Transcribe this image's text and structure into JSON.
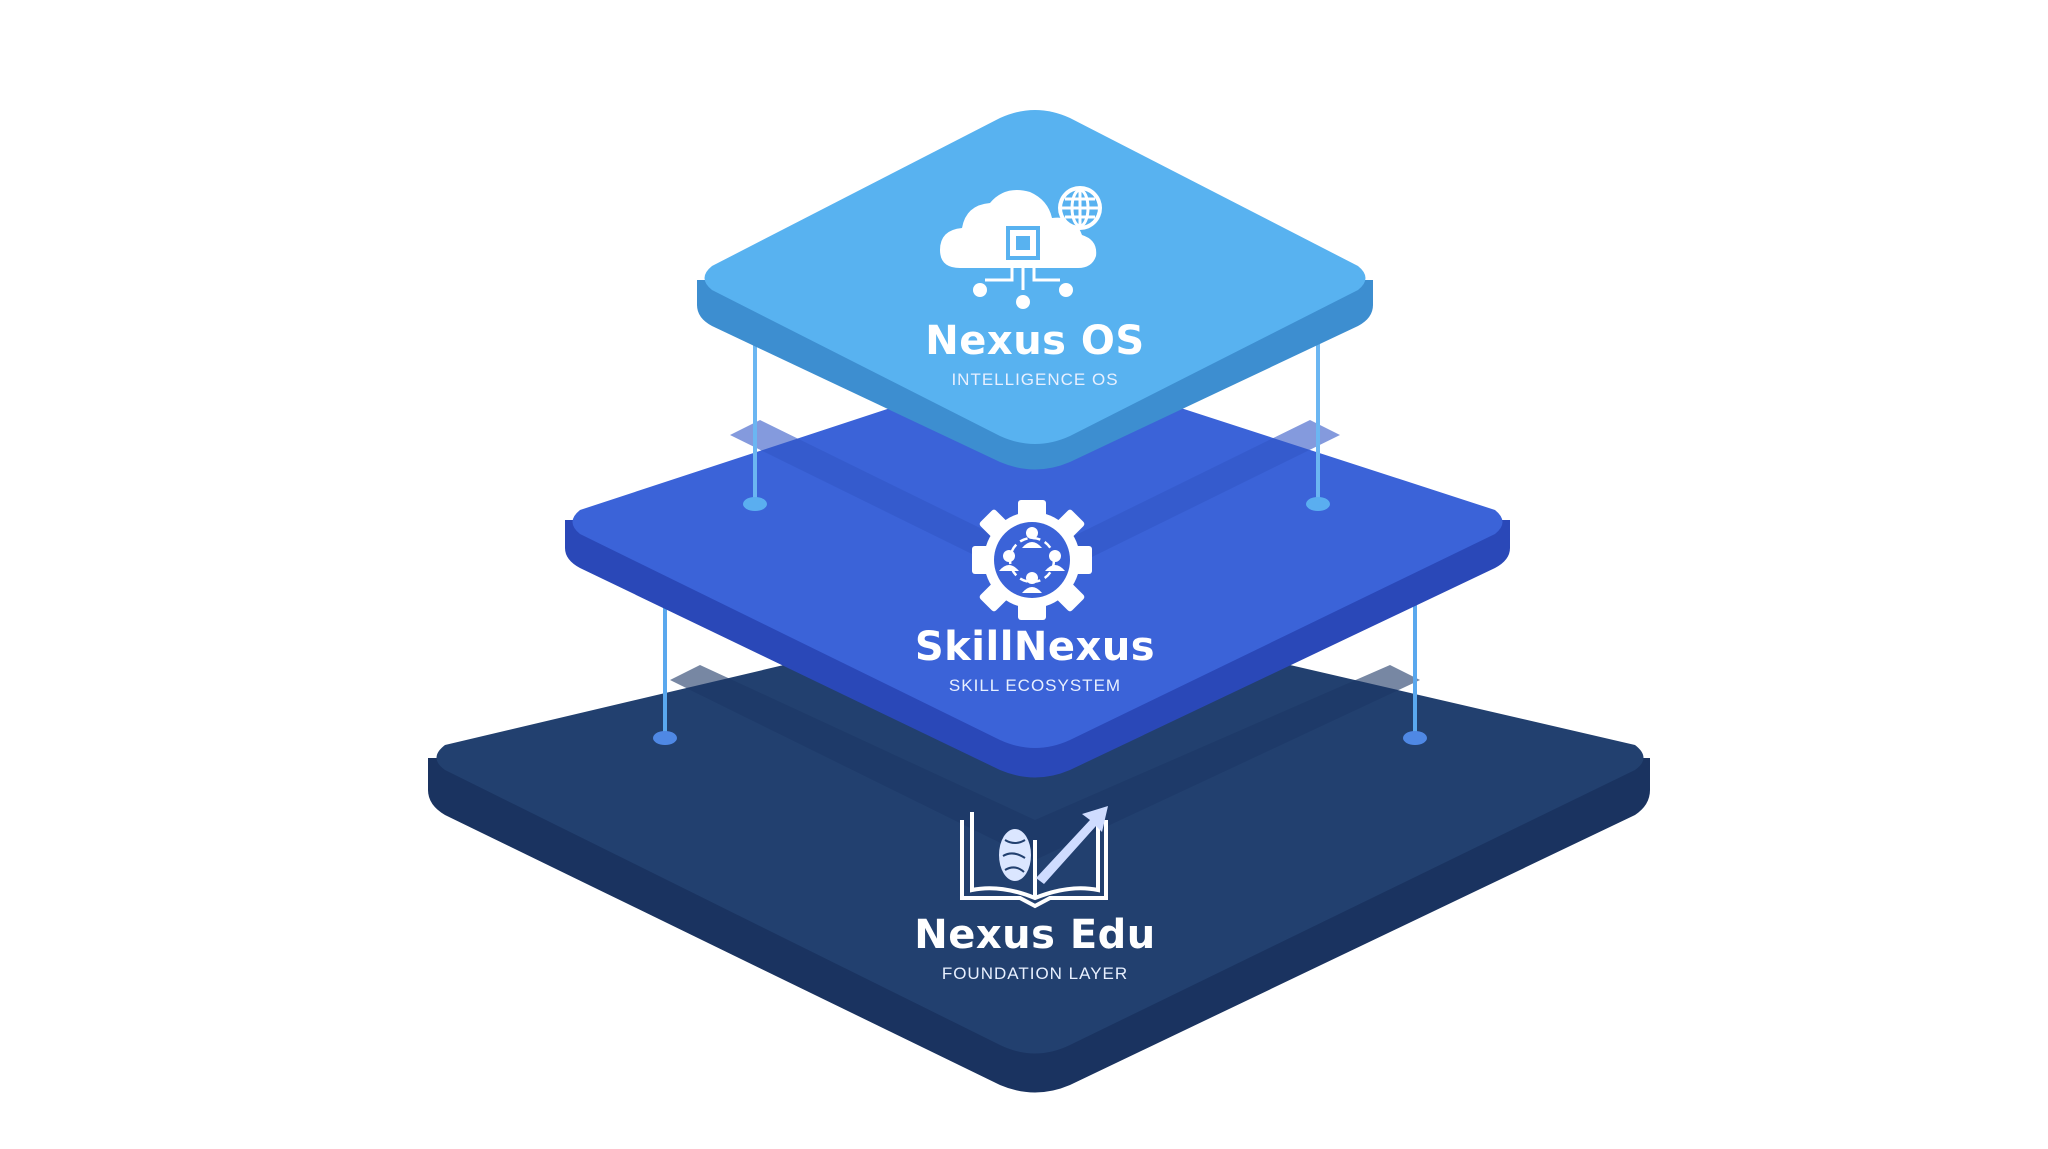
{
  "diagram": {
    "type": "isometric-layer-stack",
    "colors": {
      "background": "#ffffff",
      "top_layer_face": "#58b2f0",
      "top_layer_side": "#3d8ed0",
      "middle_layer_face": "#3b63d8",
      "middle_layer_side": "#2a48b8",
      "bottom_layer_face": "#22406f",
      "bottom_layer_side": "#1a3360",
      "connector": "#5aa8ee",
      "text": "#ffffff"
    },
    "layers": [
      {
        "position": "top",
        "title": "Nexus OS",
        "subtitle": "INTELLIGENCE OS",
        "icon": "cloud-chip-globe-icon"
      },
      {
        "position": "middle",
        "title": "SkillNexus",
        "subtitle": "SKILL ECOSYSTEM",
        "icon": "gear-people-network-icon"
      },
      {
        "position": "bottom",
        "title": "Nexus Edu",
        "subtitle": "FOUNDATION LAYER",
        "icon": "book-brain-arrow-icon"
      }
    ],
    "connectors": [
      {
        "from": "Nexus OS",
        "to": "SkillNexus",
        "side": "left"
      },
      {
        "from": "Nexus OS",
        "to": "SkillNexus",
        "side": "right"
      },
      {
        "from": "SkillNexus",
        "to": "Nexus Edu",
        "side": "left"
      },
      {
        "from": "SkillNexus",
        "to": "Nexus Edu",
        "side": "right"
      }
    ]
  }
}
